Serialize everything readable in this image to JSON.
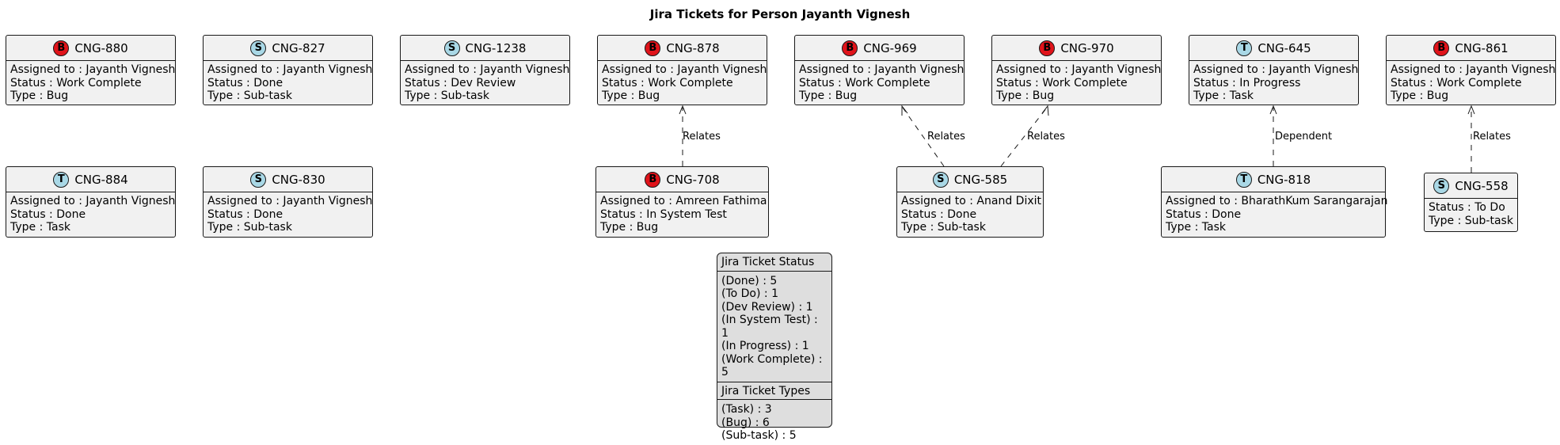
{
  "title": "Jira Tickets for Person Jayanth Vignesh",
  "tickets": {
    "cng880": {
      "id": "CNG-880",
      "badge": "B",
      "assigned": "Assigned to : Jayanth Vignesh",
      "status": "Status : Work Complete",
      "type": "Type : Bug"
    },
    "cng827": {
      "id": "CNG-827",
      "badge": "S",
      "assigned": "Assigned to : Jayanth Vignesh",
      "status": "Status : Done",
      "type": "Type : Sub-task"
    },
    "cng1238": {
      "id": "CNG-1238",
      "badge": "S",
      "assigned": "Assigned to : Jayanth Vignesh",
      "status": "Status : Dev Review",
      "type": "Type : Sub-task"
    },
    "cng878": {
      "id": "CNG-878",
      "badge": "B",
      "assigned": "Assigned to : Jayanth Vignesh",
      "status": "Status : Work Complete",
      "type": "Type : Bug"
    },
    "cng969": {
      "id": "CNG-969",
      "badge": "B",
      "assigned": "Assigned to : Jayanth Vignesh",
      "status": "Status : Work Complete",
      "type": "Type : Bug"
    },
    "cng970": {
      "id": "CNG-970",
      "badge": "B",
      "assigned": "Assigned to : Jayanth Vignesh",
      "status": "Status : Work Complete",
      "type": "Type : Bug"
    },
    "cng645": {
      "id": "CNG-645",
      "badge": "T",
      "assigned": "Assigned to : Jayanth Vignesh",
      "status": "Status : In Progress",
      "type": "Type : Task"
    },
    "cng861": {
      "id": "CNG-861",
      "badge": "B",
      "assigned": "Assigned to : Jayanth Vignesh",
      "status": "Status : Work Complete",
      "type": "Type : Bug"
    },
    "cng884": {
      "id": "CNG-884",
      "badge": "T",
      "assigned": "Assigned to : Jayanth Vignesh",
      "status": "Status : Done",
      "type": "Type : Task"
    },
    "cng830": {
      "id": "CNG-830",
      "badge": "S",
      "assigned": "Assigned to : Jayanth Vignesh",
      "status": "Status : Done",
      "type": "Type : Sub-task"
    },
    "cng708": {
      "id": "CNG-708",
      "badge": "B",
      "assigned": "Assigned to : Amreen Fathima",
      "status": "Status : In System Test",
      "type": "Type : Bug"
    },
    "cng585": {
      "id": "CNG-585",
      "badge": "S",
      "assigned": "Assigned to : Anand Dixit",
      "status": "Status : Done",
      "type": "Type : Sub-task"
    },
    "cng818": {
      "id": "CNG-818",
      "badge": "T",
      "assigned": "Assigned to : BharathKum Sarangarajan",
      "status": "Status : Done",
      "type": "Type : Task"
    },
    "cng558": {
      "id": "CNG-558",
      "badge": "S",
      "status": "Status : To Do",
      "type": "Type : Sub-task"
    }
  },
  "relations": {
    "r708_878": "Relates",
    "r585_969": "Relates",
    "r585_970": "Relates",
    "r818_645": "Dependent",
    "r558_861": "Relates"
  },
  "summary": {
    "status_title": "Jira Ticket Status",
    "status_lines": [
      "(Done) : 5",
      "(To Do) : 1",
      "(Dev Review) : 1",
      "(In System Test) : 1",
      "(In Progress) : 1",
      "(Work Complete) : 5"
    ],
    "types_title": "Jira Ticket Types",
    "type_lines": [
      "(Task) : 3",
      "(Bug) : 6",
      "(Sub-task) : 5"
    ]
  },
  "colors": {
    "bug_badge": "#e0131a",
    "subtask_badge": "#a9d8e6",
    "task_badge": "#a9d8e6",
    "box_fill": "#f1f1f1",
    "summary_fill": "#dedede"
  }
}
